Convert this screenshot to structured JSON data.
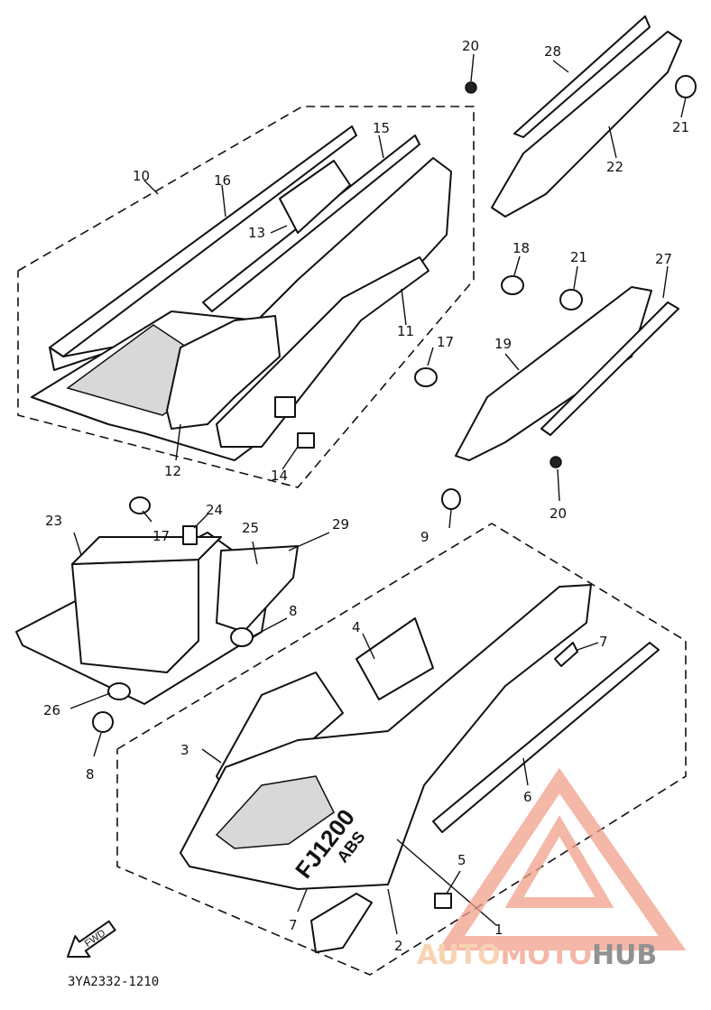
{
  "diagram": {
    "drawing_code": "3YA2332-1210",
    "fwd_label": "FWD",
    "badge_model": "FJ1200",
    "badge_sub": "ABS",
    "part_labels": {
      "p1": "1",
      "p2": "2",
      "p3": "3",
      "p4": "4",
      "p5": "5",
      "p6": "6",
      "p7a": "7",
      "p7b": "7",
      "p8a": "8",
      "p8b": "8",
      "p9": "9",
      "p10": "10",
      "p11": "11",
      "p12": "12",
      "p13": "13",
      "p14": "14",
      "p15": "15",
      "p16": "16",
      "p17a": "17",
      "p17b": "17",
      "p18": "18",
      "p19": "19",
      "p20a": "20",
      "p20b": "20",
      "p21a": "21",
      "p21b": "21",
      "p22": "22",
      "p23": "23",
      "p24": "24",
      "p25": "25",
      "p26": "26",
      "p27": "27",
      "p28": "28",
      "p29": "29"
    }
  },
  "watermark": {
    "part1": "AUTO",
    "part2": "MOTO",
    "part3": "HUB",
    "color_main": "#f2a08a",
    "color_accent": "#f6c59a",
    "color_dark": "#6d6d6d"
  }
}
